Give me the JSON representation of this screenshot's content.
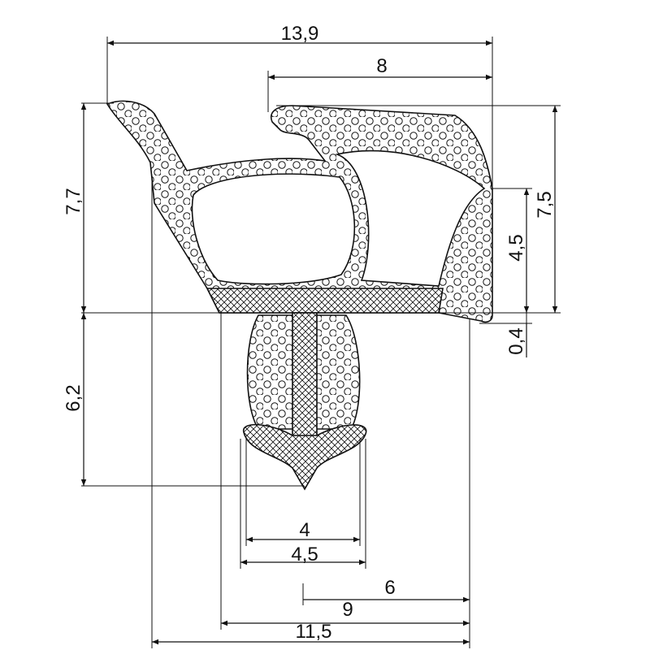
{
  "drawing": {
    "title": "Rubber seal profile cross-section",
    "colors": {
      "line": "#111111",
      "background": "#ffffff"
    },
    "dimensions": {
      "overall_width_top": "13,9",
      "upper_right_width": "8",
      "left_height": "7,7",
      "right_height": "7,5",
      "right_inner_height": "4,5",
      "base_offset": "0,4",
      "stem_height": "6,2",
      "stem_inner_width": "4",
      "stem_outer_width": "4,5",
      "stem_to_right": "6",
      "base_width": "9",
      "overall_width_bottom": "11,5"
    }
  }
}
